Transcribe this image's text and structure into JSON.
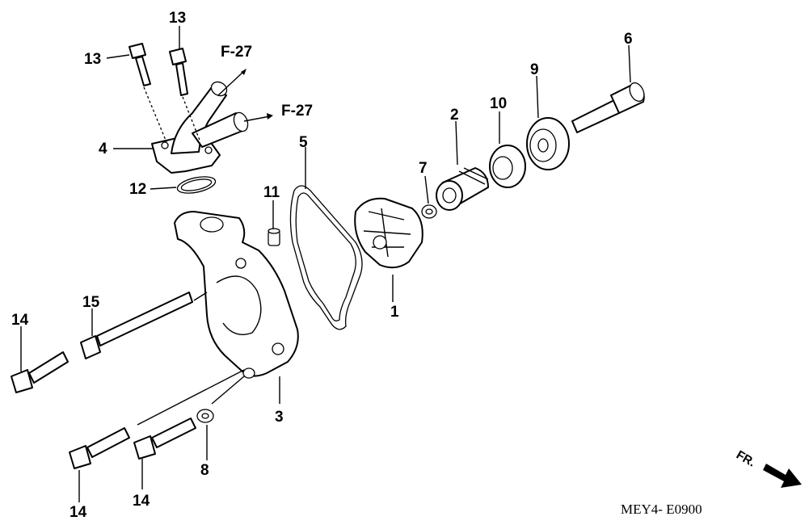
{
  "callouts": {
    "c1": "1",
    "c2": "2",
    "c3": "3",
    "c4": "4",
    "c5": "5",
    "c6": "6",
    "c7": "7",
    "c8": "8",
    "c9": "9",
    "c10": "10",
    "c11": "11",
    "c12": "12",
    "c13a": "13",
    "c13b": "13",
    "c14a": "14",
    "c14b": "14",
    "c14c": "14",
    "c15": "15"
  },
  "references": {
    "ref1": "F-27",
    "ref2": "F-27"
  },
  "front_indicator": "FR.",
  "diagram_code": "MEY4- E0900"
}
